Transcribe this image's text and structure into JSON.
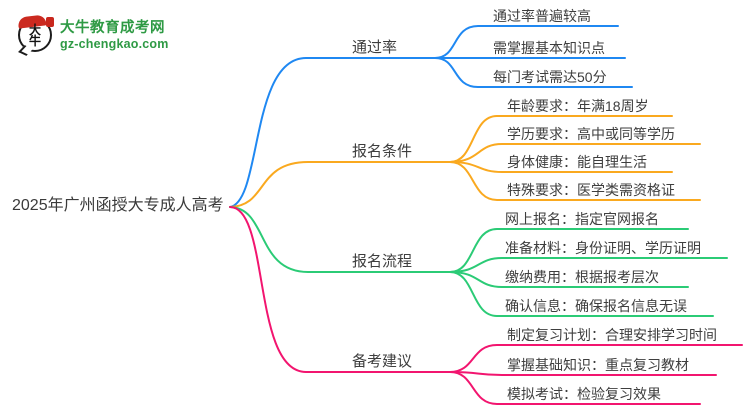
{
  "logo": {
    "badge_chars": [
      "大",
      "牛"
    ],
    "site_name": "大牛教育成考网",
    "site_url": "gz-chengkao.com",
    "brand_green": "#2e9a44",
    "brand_red": "#c8271d"
  },
  "root": {
    "title": "2025年广州函授大专成人高考"
  },
  "branches": [
    {
      "label": "通过率",
      "color": "#1f88f2",
      "children": [
        "通过率普遍较高",
        "需掌握基本知识点",
        "每门考试需达50分"
      ]
    },
    {
      "label": "报名条件",
      "color": "#faa91f",
      "children": [
        "年龄要求：年满18周岁",
        "学历要求：高中或同等学历",
        "身体健康：能自理生活",
        "特殊要求：医学类需资格证"
      ]
    },
    {
      "label": "报名流程",
      "color": "#2bcb76",
      "children": [
        "网上报名：指定官网报名",
        "准备材料：身份证明、学历证明",
        "缴纳费用：根据报考层次",
        "确认信息：确保报名信息无误"
      ]
    },
    {
      "label": "备考建议",
      "color": "#f2156f",
      "children": [
        "制定复习计划：合理安排学习时间",
        "掌握基础知识：重点复习教材",
        "模拟考试：检验复习效果"
      ]
    }
  ]
}
